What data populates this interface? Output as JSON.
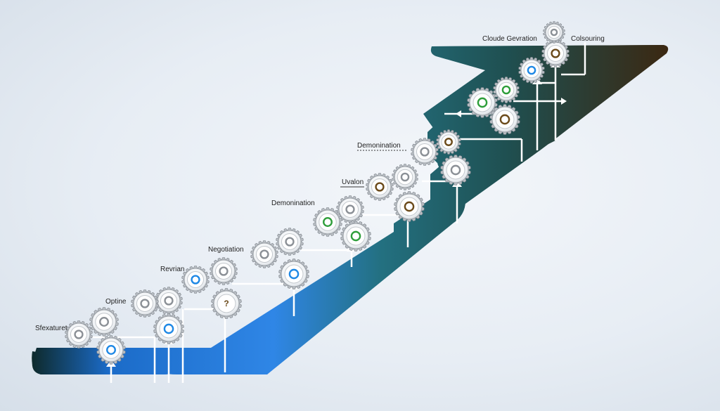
{
  "colors": {
    "arrow_blue": "#2f7fe0",
    "arrow_teal": "#1f5a5c",
    "arrow_dark": "#3a2a14",
    "gear_ring_blue": "#1e88e5",
    "gear_ring_green": "#2e9e3a",
    "gear_ring_brown": "#6b4a1a",
    "gear_ring_gray": "#8b9096"
  },
  "labels": {
    "safeguard": "Sfexaturet",
    "optine": "Optine",
    "revrian": "Revrian",
    "negotiation": "Negotiation",
    "demonination_1": "Demonination",
    "uvalon": "Uvalon",
    "demonination_2": "Demonination",
    "cloude_generation": "Cloude Gevration",
    "colsouring": "Colsouring"
  },
  "gear_icons": [
    "circle-ring-icon",
    "gear-icon",
    "gear-icon",
    "search-icon",
    "gear-icon",
    "gear-icon",
    "question-icon",
    "circle-ring-icon",
    "gear-icon",
    "gear-icon",
    "circle-ring-icon",
    "circle-ring-icon",
    "search-icon",
    "circle-ring-icon",
    "circle-ring-icon",
    "gear-icon",
    "circle-ring-icon",
    "circle-ring-icon",
    "gear-icon",
    "circle-ring-icon",
    "circle-ring-icon",
    "circle-ring-icon",
    "circle-ring-icon",
    "circle-ring-icon",
    "gear-icon",
    "circle-ring-icon"
  ]
}
